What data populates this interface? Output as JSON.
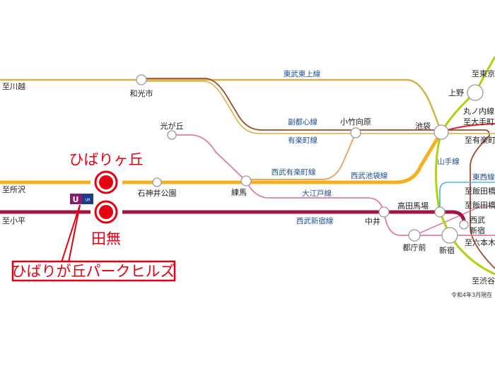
{
  "title_station_1": "ひばりヶ丘",
  "title_station_2": "田無",
  "property_label": "ひばりが丘パークヒルズ",
  "logo_text": "UR",
  "footnote": "令和4年3月現在",
  "lines": {
    "tobu_tojo": "東武東上線",
    "fukutoshin": "副都心線",
    "yurakucho": "有楽町線",
    "seibu_yurakucho": "西武有楽町線",
    "seibu_ikebukuro": "西武池袋線",
    "oedo": "大江戸線",
    "seibu_shinjuku": "西武新宿線",
    "yamanote": "山手線",
    "tozai": "東西線",
    "marunouchi": "丸ノ内線"
  },
  "stations": {
    "wakoshi": "和光市",
    "hikarigaoka": "光が丘",
    "shakujii_koen": "石神井公園",
    "nerima": "練馬",
    "kotake_mukaihara": "小竹向原",
    "ikebukuro": "池袋",
    "ueno": "上野",
    "takadanobaba": "高田馬場",
    "nakai": "中井",
    "tochomae": "都庁前",
    "shinjuku": "新宿",
    "seibu_shinjuku_1": "西武",
    "seibu_shinjuku_2": "新宿"
  },
  "directions": {
    "kawagoe": "至川越",
    "tokorozawa": "至所沢",
    "kodaira": "至小平",
    "tokyo": "至東京",
    "otemachi": "至大手町",
    "yurakucho": "至有楽町",
    "iidabashi_1": "至飯田橋",
    "iidabashi_2": "至飯田橋",
    "roppongi": "至六本木",
    "shibuya": "至渋谷"
  },
  "colors": {
    "tobu_tojo": "#d6b24a",
    "fukutoshin": "#a24a2e",
    "yurakucho": "#d9bc55",
    "seibu_ikebukuro": "#f5b020",
    "seibu_shinjuku": "#a3153f",
    "seibu_yurakucho": "#e8a86a",
    "oedo": "#e07aa8",
    "yamanote": "#b3d10c",
    "tozai": "#48b5ea",
    "marunouchi": "#e0202a",
    "highlight": "#e60012"
  }
}
